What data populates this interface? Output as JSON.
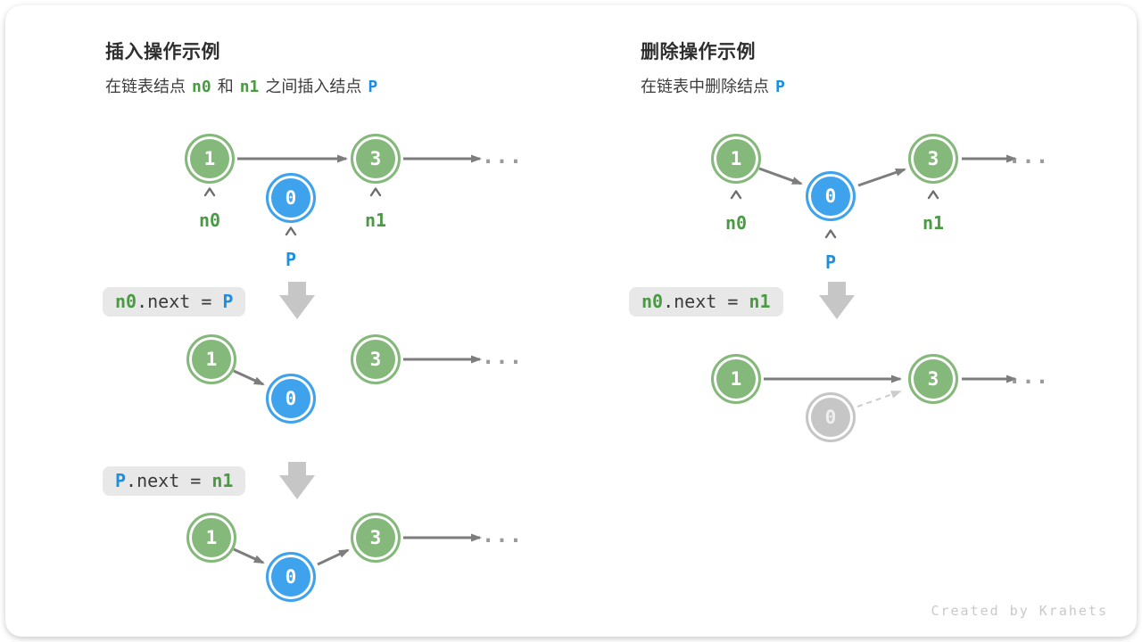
{
  "insert": {
    "title": "插入操作示例",
    "subtitle": {
      "p1": "在链表结点",
      "tok_n0": "n0",
      "p2": "和",
      "tok_n1": "n1",
      "p3": "之间插入结点",
      "tok_p": "P"
    },
    "code1": {
      "t1": "n0",
      "mid": ".next = ",
      "t2": "P"
    },
    "code2": {
      "t1": "P",
      "mid": ".next = ",
      "t2": "n1"
    },
    "fig1": {
      "n1": "1",
      "n0": "0",
      "n3": "3",
      "label_n0": "n0",
      "label_n1": "n1",
      "label_p": "P",
      "ellipsis": "..."
    },
    "fig2": {
      "n1": "1",
      "n0": "0",
      "n3": "3",
      "ellipsis": "..."
    },
    "fig3": {
      "n1": "1",
      "n0": "0",
      "n3": "3",
      "ellipsis": "..."
    }
  },
  "delete": {
    "title": "删除操作示例",
    "subtitle": {
      "p1": "在链表中删除结点",
      "tok_p": "P"
    },
    "code1": {
      "t1": "n0",
      "mid": ".next = ",
      "t2": "n1"
    },
    "fig1": {
      "n1": "1",
      "n0": "0",
      "n3": "3",
      "label_n0": "n0",
      "label_n1": "n1",
      "label_p": "P",
      "ellipsis": "..."
    },
    "fig2": {
      "n1": "1",
      "n0": "0",
      "n3": "3",
      "ellipsis": "..."
    }
  },
  "footer": {
    "credit": "Created by Krahets"
  },
  "colors": {
    "green_node": "#85b87b",
    "blue_node": "#3ea2ed",
    "gray_node": "#c6c6c6",
    "green_text": "#4a9a43",
    "blue_text": "#1d8fe1",
    "arrow": "#7d7d7d",
    "arrow_light": "#cccccc",
    "code_bg": "#e8e8e8",
    "block_arrow": "#c6c6c6"
  }
}
